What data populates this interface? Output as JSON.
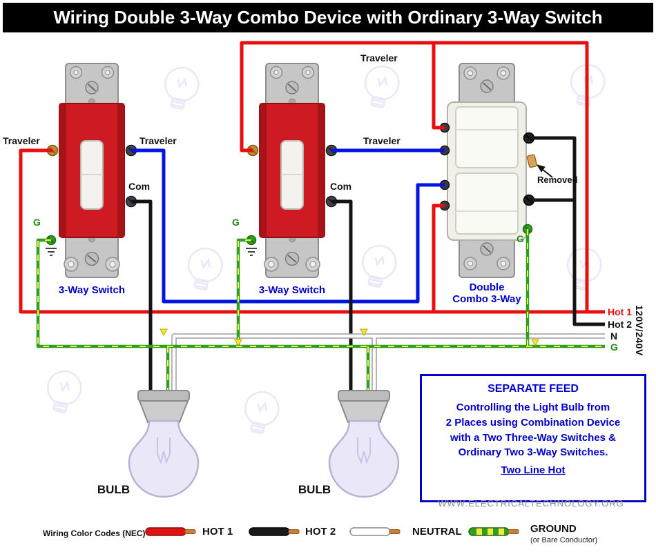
{
  "title": "Wiring Double 3-Way Combo Device with Ordinary 3-Way Switch",
  "diagram": {
    "labels": {
      "traveler_sw1_left": "Traveler",
      "traveler_sw1_right": "Traveler",
      "traveler_top": "Traveler",
      "traveler_sw2_right": "Traveler",
      "com_sw1": "Com",
      "com_sw2": "Com",
      "g_sw1": "G",
      "g_sw2": "G",
      "g_combo": "G",
      "sw1_name": "3-Way Switch",
      "sw2_name": "3-Way Switch",
      "combo_name_line1": "Double",
      "combo_name_line2": "Combo 3-Way",
      "removed": "Removed",
      "bulb1": "BULB",
      "bulb2": "BULB"
    },
    "supply": {
      "hot1": "Hot 1",
      "hot2": "Hot 2",
      "neutral": "N",
      "ground": "G",
      "voltage": "120V/240V"
    }
  },
  "info_box": {
    "heading": "SEPARATE FEED",
    "lines": [
      "Controlling the Light Bulb from",
      "2 Places using Combination Device",
      "with a Two Three-Way Switches &",
      "Ordinary Two 3-Way Switches."
    ],
    "footer": "Two Line Hot"
  },
  "website": "WWW.ELECTRICALTECHNOLOGY.ORG",
  "legend": {
    "title": "Wiring Color Codes (NEC)",
    "items": [
      {
        "label": "HOT 1",
        "color": "#e11414",
        "note": ""
      },
      {
        "label": "HOT 2",
        "color": "#1a1a1a",
        "note": ""
      },
      {
        "label": "NEUTRAL",
        "color": "#ffffff",
        "note": ""
      },
      {
        "label": "GROUND",
        "color": "#2f9e23",
        "note": "(or Bare Conductor)"
      }
    ]
  },
  "colors": {
    "hot1_red": "#ea0f0f",
    "hot2_black": "#141414",
    "neutral_white": "#ffffff",
    "ground_green": "#2f9e23",
    "traveler_blue": "#0016e0",
    "label_blue": "#0000cd",
    "title_bg": "#000000",
    "title_fg": "#ffffff"
  }
}
